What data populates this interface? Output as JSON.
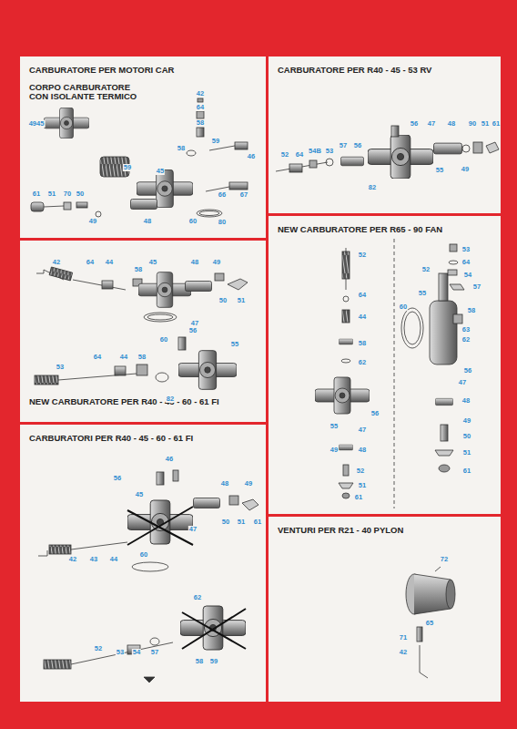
{
  "diagram": {
    "nodes": [
      {
        "text": [
          "CARBURATORE PER MOTORI CAR",
          "CORPO CARBURATORE CON ISOLANTE TERMICO"
        ]
      },
      {
        "text": [
          "NEW CARBURATORE PER R40 - 45 - 60 - 61 FI"
        ]
      },
      {
        "text": [
          "CARBURATORI PER R40 - 45 - 60 - 61 FI"
        ]
      },
      {
        "text": [
          "CARBURATORE PER R40 - 45 - 53 RV"
        ]
      },
      {
        "text": [
          "NEW CARBURATORE PER R65 - 90 FAN"
        ]
      },
      {
        "text": [
          "VENTURI PER R21 - 40 PYLON"
        ]
      }
    ],
    "labels": [
      "4945",
      "42",
      "64",
      "58",
      "58",
      "59",
      "46",
      "59",
      "45",
      "61",
      "51",
      "70",
      "50",
      "49",
      "48",
      "60",
      "80",
      "66",
      "67",
      "42",
      "64",
      "44",
      "58",
      "45",
      "48",
      "49",
      "47",
      "50",
      "51",
      "60",
      "56",
      "53",
      "64",
      "44",
      "58",
      "82",
      "55",
      "56",
      "46",
      "45",
      "48",
      "49",
      "47",
      "50",
      "51",
      "61",
      "42",
      "43",
      "44",
      "60",
      "62",
      "52",
      "53",
      "54",
      "57",
      "58",
      "59",
      "56",
      "47",
      "48",
      "90",
      "51",
      "61",
      "52",
      "64",
      "54B",
      "53",
      "57",
      "56",
      "55",
      "49",
      "82",
      "52",
      "64",
      "44",
      "58",
      "62",
      "56",
      "55",
      "47",
      "49",
      "48",
      "52",
      "51",
      "61",
      "53",
      "64",
      "52",
      "54",
      "57",
      "55",
      "60",
      "58",
      "63",
      "62",
      "56",
      "47",
      "48",
      "49",
      "50",
      "51",
      "61",
      "72",
      "65",
      "71",
      "42"
    ]
  }
}
